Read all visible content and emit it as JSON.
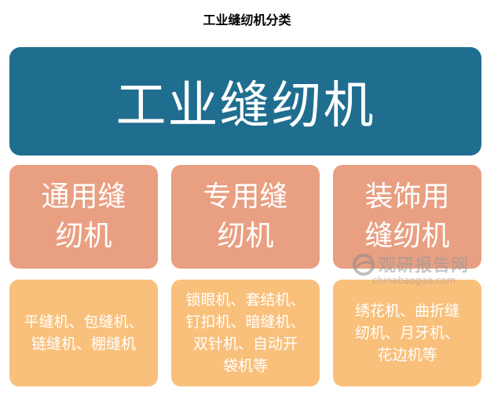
{
  "title": "工业缝纫机分类",
  "root": {
    "label": "工业缝纫机"
  },
  "categories": [
    {
      "lines": [
        "通用缝",
        "纫机"
      ]
    },
    {
      "lines": [
        "专用缝",
        "纫机"
      ]
    },
    {
      "lines": [
        "装饰用",
        "缝纫机"
      ]
    }
  ],
  "details": [
    {
      "lines": [
        "平缝机、包缝机、",
        "链缝机、棚缝机"
      ]
    },
    {
      "lines": [
        "锁眼机、套结机、",
        "钉扣机、暗缝机、",
        "双针机、自动开",
        "袋机等"
      ]
    },
    {
      "lines": [
        "绣花机、曲折缝",
        "纫机、月牙机、",
        "花边机等"
      ]
    }
  ],
  "watermark": {
    "text_cn": "观研报告网",
    "text_en": "chinabaogao.com"
  },
  "colors": {
    "root_fill": "#1f6e8f",
    "category_fill": "#e99f82",
    "detail_fill": "#f9c07c",
    "text_light": "#ffffff"
  }
}
